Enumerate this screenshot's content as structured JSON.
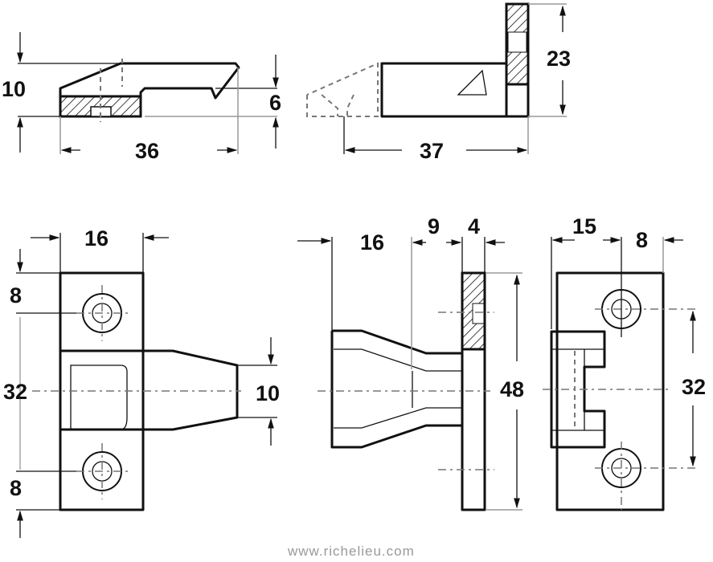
{
  "dimensions": {
    "side_height": "10",
    "side_length": "36",
    "side_step": "6",
    "top_length": "37",
    "top_height": "23",
    "front_width": "16",
    "front_top": "8",
    "front_spacing": "32",
    "front_bottom": "8",
    "front_tab": "10",
    "profile_body": "16",
    "profile_neck": "9",
    "profile_plate": "4",
    "profile_height": "48",
    "back_offset": "15",
    "back_edge": "8",
    "back_spacing": "32"
  },
  "footer": "www.richelieu.com"
}
